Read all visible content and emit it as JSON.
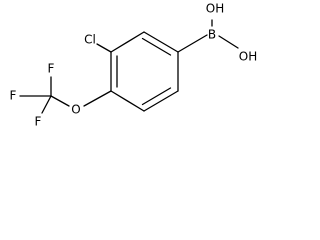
{
  "molecule": {
    "atoms": {
      "boron": "B",
      "hydroxyl_upper": "OH",
      "hydroxyl_lower": "OH",
      "chlorine": "Cl",
      "ether_oxygen": "O",
      "fluorine_top": "F",
      "fluorine_left": "F",
      "fluorine_bottom": "F"
    }
  }
}
